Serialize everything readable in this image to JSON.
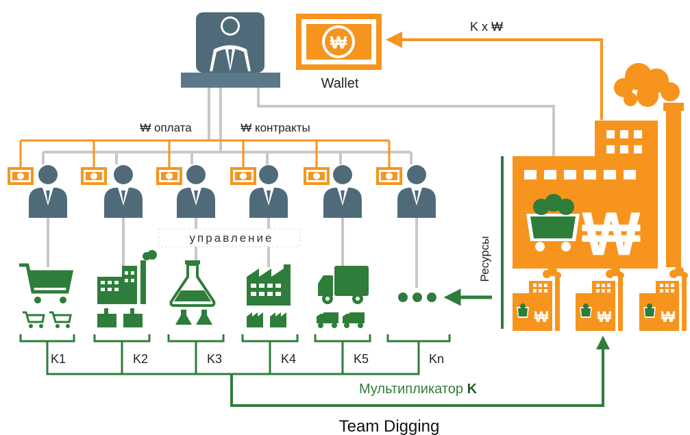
{
  "labels": {
    "wallet": "Wallet",
    "k_times_y": "K x ₩",
    "payment": "₩ оплата",
    "contracts": "₩ контракты",
    "management": "управление",
    "resources": "Ресурсы",
    "multiplier": "Мультипликатор",
    "multiplier_k": "K",
    "footer": "Team Digging"
  },
  "teams": [
    {
      "label": "K1",
      "icon": "cart-icon"
    },
    {
      "label": "K2",
      "icon": "factory-icon"
    },
    {
      "label": "K3",
      "icon": "flask-icon"
    },
    {
      "label": "K4",
      "icon": "plant-icon"
    },
    {
      "label": "K5",
      "icon": "truck-icon"
    },
    {
      "label": "Kn",
      "icon": "ellipsis-icon"
    }
  ],
  "colors": {
    "orange": "#f7941d",
    "green": "#2e7d3a",
    "slate": "#4f6b7a",
    "gray": "#c8c8c8"
  }
}
